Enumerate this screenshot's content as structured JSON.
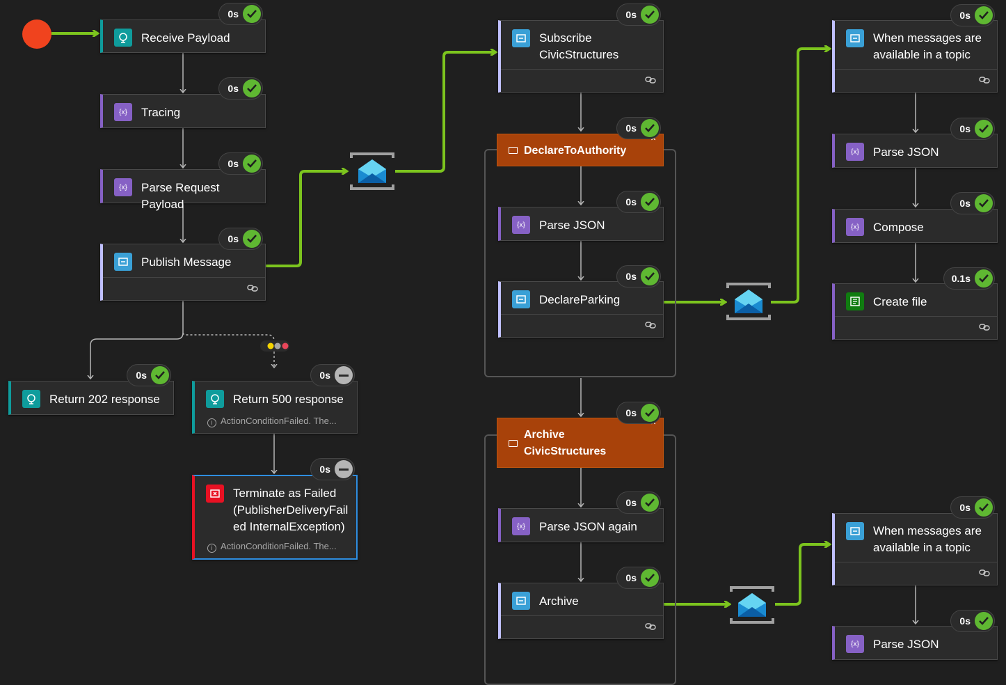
{
  "nodes": {
    "receive_payload": {
      "title": "Receive Payload",
      "duration": "0s",
      "status": "succeeded",
      "icon": "request-icon"
    },
    "tracing": {
      "title": "Tracing",
      "duration": "0s",
      "status": "succeeded",
      "icon": "variable-icon"
    },
    "parse_request": {
      "title": "Parse Request Payload",
      "duration": "0s",
      "status": "succeeded",
      "icon": "variable-icon"
    },
    "publish_message": {
      "title": "Publish Message",
      "duration": "0s",
      "status": "succeeded",
      "icon": "service-bus-icon"
    },
    "return_202": {
      "title": "Return 202 response",
      "duration": "0s",
      "status": "succeeded",
      "icon": "request-icon"
    },
    "return_500": {
      "title": "Return 500 response",
      "duration": "0s",
      "status": "skipped",
      "subtitle": "ActionConditionFailed. The...",
      "icon": "request-icon"
    },
    "terminate": {
      "title_lines": [
        "Terminate as Failed",
        "(PublisherDeliveryFail",
        "ed InternalException)"
      ],
      "duration": "0s",
      "status": "skipped",
      "subtitle": "ActionConditionFailed. The...",
      "icon": "terminate-icon"
    },
    "subscribe": {
      "title_lines": [
        "Subscribe",
        "CivicStructures"
      ],
      "duration": "0s",
      "status": "succeeded",
      "icon": "service-bus-icon"
    },
    "declare_scope": {
      "title": "DeclareToAuthority",
      "duration": "0s",
      "status": "succeeded"
    },
    "parse_json_1": {
      "title": "Parse JSON",
      "duration": "0s",
      "status": "succeeded",
      "icon": "variable-icon"
    },
    "declare_parking": {
      "title": "DeclareParking",
      "duration": "0s",
      "status": "succeeded",
      "icon": "service-bus-icon"
    },
    "archive_scope": {
      "title_lines": [
        "Archive",
        "CivicStructures"
      ],
      "duration": "0s",
      "status": "succeeded"
    },
    "parse_json_again": {
      "title": "Parse JSON again",
      "duration": "0s",
      "status": "succeeded",
      "icon": "variable-icon"
    },
    "archive": {
      "title": "Archive",
      "duration": "0s",
      "status": "succeeded",
      "icon": "service-bus-icon"
    },
    "topic_trigger_1": {
      "title_lines": [
        "When messages are",
        "available in a topic"
      ],
      "duration": "0s",
      "status": "succeeded",
      "icon": "service-bus-icon"
    },
    "parse_json_2": {
      "title": "Parse JSON",
      "duration": "0s",
      "status": "succeeded",
      "icon": "variable-icon"
    },
    "compose": {
      "title": "Compose",
      "duration": "0s",
      "status": "succeeded",
      "icon": "variable-icon"
    },
    "create_file": {
      "title": "Create file",
      "duration": "0.1s",
      "status": "succeeded",
      "icon": "file-icon"
    },
    "topic_trigger_2": {
      "title_lines": [
        "When messages are",
        "available in a topic"
      ],
      "duration": "0s",
      "status": "succeeded",
      "icon": "service-bus-icon"
    },
    "parse_json_3": {
      "title": "Parse JSON",
      "duration": "0s",
      "status": "succeeded",
      "icon": "variable-icon"
    }
  },
  "colors": {
    "flow_green": "#7cc41e",
    "start_red": "#f0431e",
    "scope_orange": "#a8420a",
    "success_green": "#5fb832",
    "variable_purple": "#8661c5",
    "request_teal": "#0f9c9c",
    "service_bus_blue": "#3aa0d6",
    "terminate_red": "#e81123",
    "create_file_green": "#107c10"
  }
}
